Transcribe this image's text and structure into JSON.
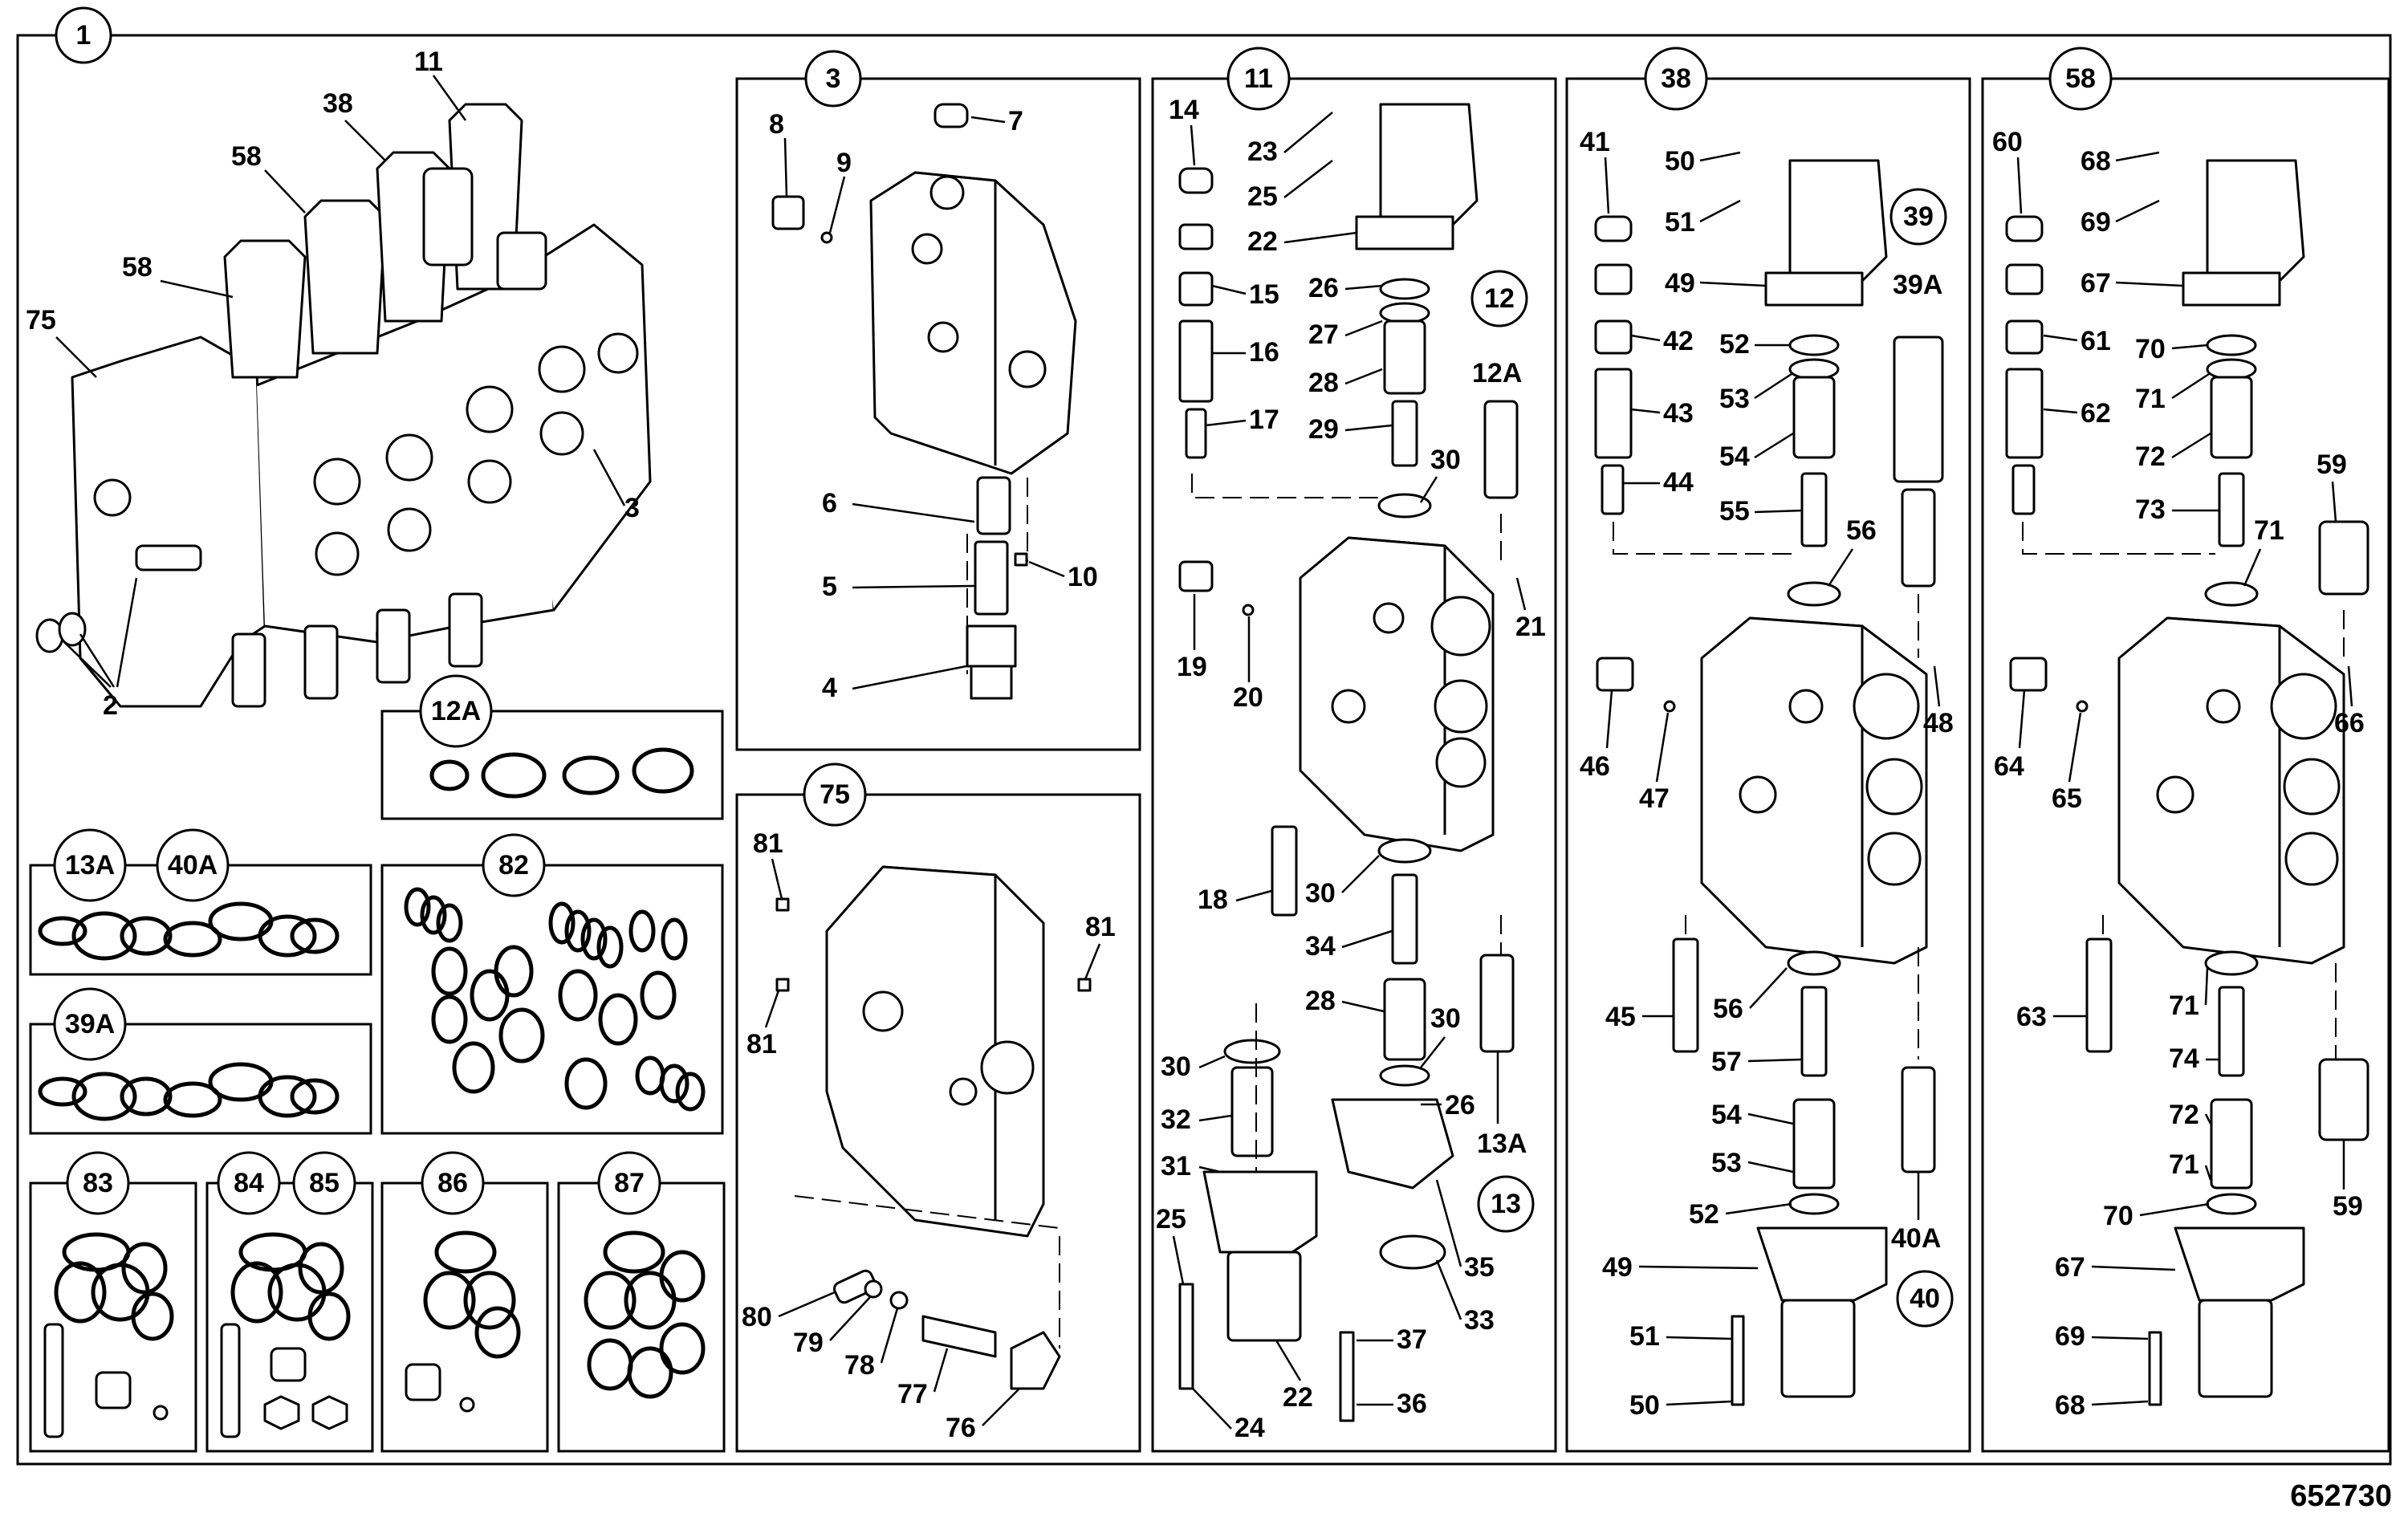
{
  "drawing_number": "652730",
  "assembly_badge": "1",
  "panels": [
    {
      "id": "p3",
      "badge": "3"
    },
    {
      "id": "p11",
      "badge": "11"
    },
    {
      "id": "p38",
      "badge": "38"
    },
    {
      "id": "p58",
      "badge": "58"
    },
    {
      "id": "p75",
      "badge": "75"
    },
    {
      "id": "p12A",
      "badge": "12A"
    },
    {
      "id": "p13A",
      "badges": [
        "13A",
        "40A"
      ]
    },
    {
      "id": "p39A",
      "badge": "39A"
    },
    {
      "id": "p82",
      "badge": "82"
    },
    {
      "id": "p83",
      "badge": "83"
    },
    {
      "id": "p84",
      "badges": [
        "84",
        "85"
      ]
    },
    {
      "id": "p86",
      "badge": "86"
    },
    {
      "id": "p87",
      "badge": "87"
    }
  ],
  "circled_labels": [
    "12",
    "39",
    "13",
    "40"
  ],
  "callouts": {
    "assembly": [
      "11",
      "38",
      "58",
      "58",
      "75",
      "3",
      "2"
    ],
    "p3": [
      "7",
      "8",
      "9",
      "6",
      "5",
      "10",
      "4"
    ],
    "p11": [
      "14",
      "23",
      "25",
      "22",
      "15",
      "16",
      "17",
      "26",
      "27",
      "28",
      "12A",
      "29",
      "30",
      "19",
      "20",
      "21",
      "18",
      "30",
      "34",
      "28",
      "30",
      "26",
      "30",
      "32",
      "31",
      "25",
      "35",
      "33",
      "37",
      "36",
      "24",
      "22",
      "13A"
    ],
    "p38": [
      "41",
      "50",
      "51",
      "49",
      "42",
      "43",
      "44",
      "52",
      "53",
      "54",
      "55",
      "56",
      "39A",
      "46",
      "47",
      "48",
      "45",
      "56",
      "57",
      "54",
      "53",
      "52",
      "49",
      "51",
      "50",
      "40A"
    ],
    "p58": [
      "60",
      "68",
      "69",
      "67",
      "61",
      "62",
      "70",
      "71",
      "72",
      "73",
      "59",
      "71",
      "64",
      "65",
      "66",
      "63",
      "71",
      "74",
      "72",
      "71",
      "70",
      "67",
      "69",
      "68",
      "59"
    ],
    "p75": [
      "81",
      "81",
      "81",
      "80",
      "79",
      "78",
      "77",
      "76"
    ]
  }
}
